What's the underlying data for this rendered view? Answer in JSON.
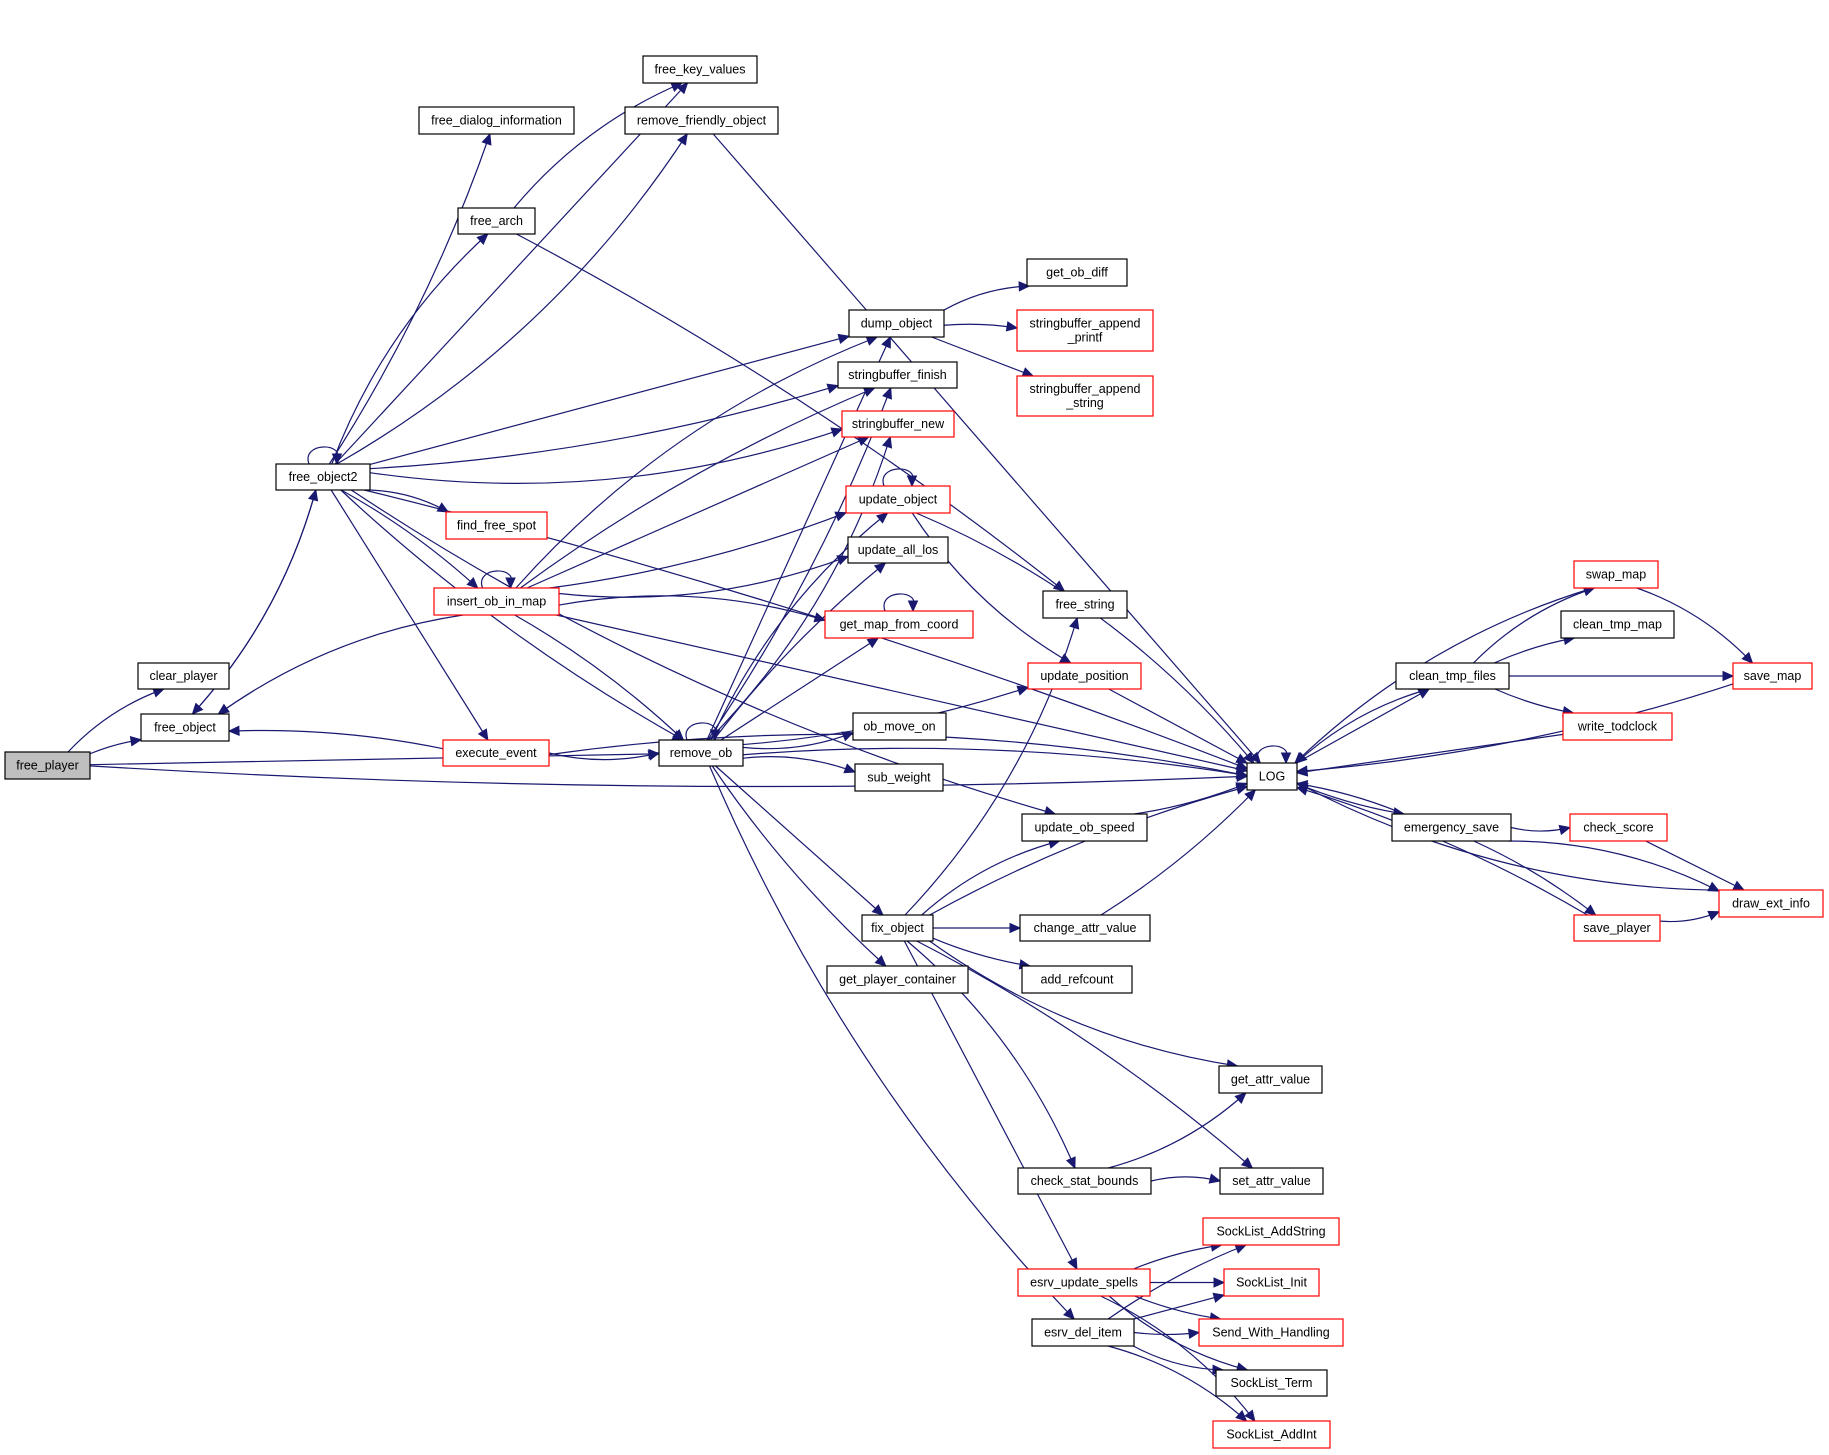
{
  "title": "free_player call graph",
  "colors": {
    "edge": "#191970",
    "root_fill": "#bfbfbf",
    "truncated_border": "#ff0000",
    "normal_border": "#000000"
  },
  "nodes": [
    {
      "id": "free_player",
      "label": "free_player",
      "kind": "root"
    },
    {
      "id": "clear_player",
      "label": "clear_player",
      "kind": "normal"
    },
    {
      "id": "free_object",
      "label": "free_object",
      "kind": "normal"
    },
    {
      "id": "free_object2",
      "label": "free_object2",
      "kind": "normal"
    },
    {
      "id": "free_key_values",
      "label": "free_key_values",
      "kind": "normal"
    },
    {
      "id": "free_dialog_information",
      "label": "free_dialog_information",
      "kind": "normal"
    },
    {
      "id": "remove_friendly_object",
      "label": "remove_friendly_object",
      "kind": "normal"
    },
    {
      "id": "free_arch",
      "label": "free_arch",
      "kind": "normal"
    },
    {
      "id": "find_free_spot",
      "label": "find_free_spot",
      "kind": "truncated"
    },
    {
      "id": "insert_ob_in_map",
      "label": "insert_ob_in_map",
      "kind": "truncated"
    },
    {
      "id": "execute_event",
      "label": "execute_event",
      "kind": "truncated"
    },
    {
      "id": "remove_ob",
      "label": "remove_ob",
      "kind": "normal"
    },
    {
      "id": "dump_object",
      "label": "dump_object",
      "kind": "normal"
    },
    {
      "id": "stringbuffer_finish",
      "label": "stringbuffer_finish",
      "kind": "normal"
    },
    {
      "id": "stringbuffer_new",
      "label": "stringbuffer_new",
      "kind": "truncated"
    },
    {
      "id": "update_object",
      "label": "update_object",
      "kind": "truncated"
    },
    {
      "id": "update_all_los",
      "label": "update_all_los",
      "kind": "normal"
    },
    {
      "id": "get_map_from_coord",
      "label": "get_map_from_coord",
      "kind": "truncated"
    },
    {
      "id": "ob_move_on",
      "label": "ob_move_on",
      "kind": "normal"
    },
    {
      "id": "sub_weight",
      "label": "sub_weight",
      "kind": "normal"
    },
    {
      "id": "fix_object",
      "label": "fix_object",
      "kind": "normal"
    },
    {
      "id": "get_player_container",
      "label": "get_player_container",
      "kind": "normal"
    },
    {
      "id": "get_ob_diff",
      "label": "get_ob_diff",
      "kind": "normal"
    },
    {
      "id": "stringbuffer_append_printf",
      "label": "stringbuffer_append\n_printf",
      "kind": "truncated"
    },
    {
      "id": "stringbuffer_append_string",
      "label": "stringbuffer_append\n_string",
      "kind": "truncated"
    },
    {
      "id": "free_string",
      "label": "free_string",
      "kind": "normal"
    },
    {
      "id": "update_position",
      "label": "update_position",
      "kind": "truncated"
    },
    {
      "id": "update_ob_speed",
      "label": "update_ob_speed",
      "kind": "normal"
    },
    {
      "id": "change_attr_value",
      "label": "change_attr_value",
      "kind": "normal"
    },
    {
      "id": "add_refcount",
      "label": "add_refcount",
      "kind": "normal"
    },
    {
      "id": "get_attr_value",
      "label": "get_attr_value",
      "kind": "normal"
    },
    {
      "id": "check_stat_bounds",
      "label": "check_stat_bounds",
      "kind": "normal"
    },
    {
      "id": "set_attr_value",
      "label": "set_attr_value",
      "kind": "normal"
    },
    {
      "id": "esrv_update_spells",
      "label": "esrv_update_spells",
      "kind": "truncated"
    },
    {
      "id": "esrv_del_item",
      "label": "esrv_del_item",
      "kind": "normal"
    },
    {
      "id": "LOG",
      "label": "LOG",
      "kind": "normal"
    },
    {
      "id": "SockList_AddString",
      "label": "SockList_AddString",
      "kind": "truncated"
    },
    {
      "id": "SockList_Init",
      "label": "SockList_Init",
      "kind": "truncated"
    },
    {
      "id": "Send_With_Handling",
      "label": "Send_With_Handling",
      "kind": "truncated"
    },
    {
      "id": "SockList_Term",
      "label": "SockList_Term",
      "kind": "normal"
    },
    {
      "id": "SockList_AddInt",
      "label": "SockList_AddInt",
      "kind": "truncated"
    },
    {
      "id": "swap_map",
      "label": "swap_map",
      "kind": "truncated"
    },
    {
      "id": "clean_tmp_map",
      "label": "clean_tmp_map",
      "kind": "normal"
    },
    {
      "id": "clean_tmp_files",
      "label": "clean_tmp_files",
      "kind": "normal"
    },
    {
      "id": "save_map",
      "label": "save_map",
      "kind": "truncated"
    },
    {
      "id": "write_todclock",
      "label": "write_todclock",
      "kind": "truncated"
    },
    {
      "id": "emergency_save",
      "label": "emergency_save",
      "kind": "normal"
    },
    {
      "id": "check_score",
      "label": "check_score",
      "kind": "truncated"
    },
    {
      "id": "save_player",
      "label": "save_player",
      "kind": "truncated"
    },
    {
      "id": "draw_ext_info",
      "label": "draw_ext_info",
      "kind": "truncated"
    }
  ],
  "edges": [
    [
      "free_player",
      "clear_player"
    ],
    [
      "free_player",
      "free_object"
    ],
    [
      "free_player",
      "remove_ob"
    ],
    [
      "free_player",
      "LOG"
    ],
    [
      "free_object",
      "free_object2"
    ],
    [
      "free_object2",
      "free_object"
    ],
    [
      "free_object2",
      "free_object2"
    ],
    [
      "free_object2",
      "free_key_values"
    ],
    [
      "free_object2",
      "free_dialog_information"
    ],
    [
      "free_object2",
      "remove_friendly_object"
    ],
    [
      "free_object2",
      "free_arch"
    ],
    [
      "free_object2",
      "LOG"
    ],
    [
      "free_object2",
      "dump_object"
    ],
    [
      "free_object2",
      "stringbuffer_finish"
    ],
    [
      "free_object2",
      "stringbuffer_new"
    ],
    [
      "free_object2",
      "find_free_spot"
    ],
    [
      "free_object2",
      "insert_ob_in_map"
    ],
    [
      "free_object2",
      "execute_event"
    ],
    [
      "free_object2",
      "remove_ob"
    ],
    [
      "free_object2",
      "update_ob_speed"
    ],
    [
      "free_arch",
      "free_key_values"
    ],
    [
      "free_arch",
      "free_string"
    ],
    [
      "remove_friendly_object",
      "LOG"
    ],
    [
      "insert_ob_in_map",
      "insert_ob_in_map"
    ],
    [
      "insert_ob_in_map",
      "free_object"
    ],
    [
      "insert_ob_in_map",
      "dump_object"
    ],
    [
      "insert_ob_in_map",
      "stringbuffer_finish"
    ],
    [
      "insert_ob_in_map",
      "stringbuffer_new"
    ],
    [
      "insert_ob_in_map",
      "update_object"
    ],
    [
      "insert_ob_in_map",
      "update_all_los"
    ],
    [
      "insert_ob_in_map",
      "get_map_from_coord"
    ],
    [
      "insert_ob_in_map",
      "remove_ob"
    ],
    [
      "insert_ob_in_map",
      "LOG"
    ],
    [
      "execute_event",
      "free_object"
    ],
    [
      "execute_event",
      "remove_ob"
    ],
    [
      "execute_event",
      "LOG"
    ],
    [
      "remove_ob",
      "remove_ob"
    ],
    [
      "remove_ob",
      "dump_object"
    ],
    [
      "remove_ob",
      "stringbuffer_finish"
    ],
    [
      "remove_ob",
      "stringbuffer_new"
    ],
    [
      "remove_ob",
      "update_object"
    ],
    [
      "remove_ob",
      "update_all_los"
    ],
    [
      "remove_ob",
      "get_map_from_coord"
    ],
    [
      "remove_ob",
      "update_position"
    ],
    [
      "remove_ob",
      "ob_move_on"
    ],
    [
      "remove_ob",
      "sub_weight"
    ],
    [
      "remove_ob",
      "LOG"
    ],
    [
      "remove_ob",
      "fix_object"
    ],
    [
      "remove_ob",
      "get_player_container"
    ],
    [
      "remove_ob",
      "esrv_del_item"
    ],
    [
      "dump_object",
      "get_ob_diff"
    ],
    [
      "dump_object",
      "stringbuffer_append_printf"
    ],
    [
      "dump_object",
      "stringbuffer_append_string"
    ],
    [
      "update_object",
      "update_object"
    ],
    [
      "update_object",
      "update_position"
    ],
    [
      "update_object",
      "LOG"
    ],
    [
      "get_map_from_coord",
      "get_map_from_coord"
    ],
    [
      "update_position",
      "LOG"
    ],
    [
      "update_ob_speed",
      "LOG"
    ],
    [
      "fix_object",
      "free_string"
    ],
    [
      "fix_object",
      "update_ob_speed"
    ],
    [
      "fix_object",
      "LOG"
    ],
    [
      "fix_object",
      "change_attr_value"
    ],
    [
      "fix_object",
      "add_refcount"
    ],
    [
      "fix_object",
      "get_attr_value"
    ],
    [
      "fix_object",
      "check_stat_bounds"
    ],
    [
      "fix_object",
      "set_attr_value"
    ],
    [
      "fix_object",
      "esrv_update_spells"
    ],
    [
      "change_attr_value",
      "LOG"
    ],
    [
      "check_stat_bounds",
      "get_attr_value"
    ],
    [
      "check_stat_bounds",
      "set_attr_value"
    ],
    [
      "esrv_update_spells",
      "SockList_AddString"
    ],
    [
      "esrv_update_spells",
      "SockList_Init"
    ],
    [
      "esrv_update_spells",
      "Send_With_Handling"
    ],
    [
      "esrv_update_spells",
      "SockList_Term"
    ],
    [
      "esrv_update_spells",
      "SockList_AddInt"
    ],
    [
      "esrv_del_item",
      "SockList_AddString"
    ],
    [
      "esrv_del_item",
      "SockList_Init"
    ],
    [
      "esrv_del_item",
      "Send_With_Handling"
    ],
    [
      "esrv_del_item",
      "SockList_Term"
    ],
    [
      "esrv_del_item",
      "SockList_AddInt"
    ],
    [
      "LOG",
      "LOG"
    ],
    [
      "LOG",
      "clean_tmp_files"
    ],
    [
      "LOG",
      "emergency_save"
    ],
    [
      "clean_tmp_files",
      "LOG"
    ],
    [
      "clean_tmp_files",
      "swap_map"
    ],
    [
      "clean_tmp_files",
      "clean_tmp_map"
    ],
    [
      "clean_tmp_files",
      "save_map"
    ],
    [
      "clean_tmp_files",
      "write_todclock"
    ],
    [
      "swap_map",
      "LOG"
    ],
    [
      "swap_map",
      "save_map"
    ],
    [
      "save_map",
      "LOG"
    ],
    [
      "write_todclock",
      "LOG"
    ],
    [
      "emergency_save",
      "LOG"
    ],
    [
      "emergency_save",
      "check_score"
    ],
    [
      "emergency_save",
      "draw_ext_info"
    ],
    [
      "emergency_save",
      "save_player"
    ],
    [
      "check_score",
      "draw_ext_info"
    ],
    [
      "save_player",
      "LOG"
    ],
    [
      "save_player",
      "draw_ext_info"
    ],
    [
      "draw_ext_info",
      "LOG"
    ]
  ]
}
